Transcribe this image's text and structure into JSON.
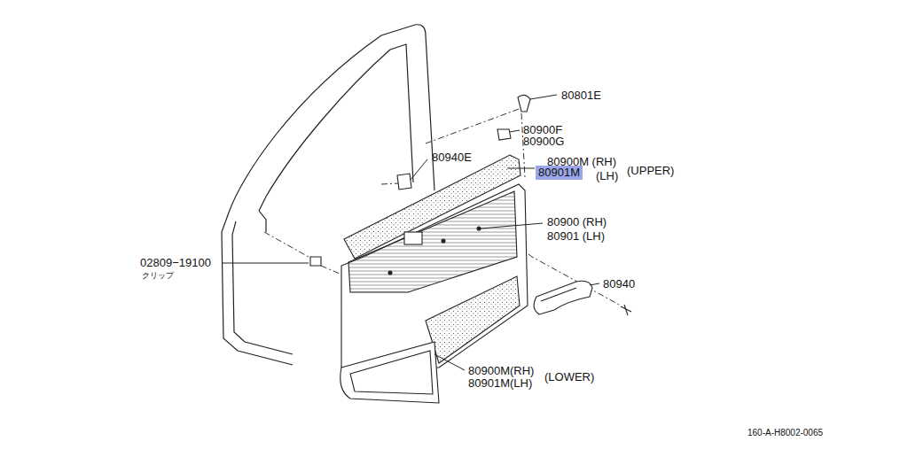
{
  "diagram": {
    "nodes": [
      {
        "text": [
          "80901M"
        ]
      }
    ],
    "labels": [
      "80801E",
      "80900F",
      "80900G",
      "80940E",
      "80900M (RH)",
      "(LH)",
      "(UPPER)",
      "80900 (RH)",
      "80901 (LH)",
      "02809−19100",
      "クリップ",
      "80940",
      "80900M(RH)",
      "80901M(LH)",
      "(LOWER)",
      "160-A-H8002-0065"
    ]
  }
}
